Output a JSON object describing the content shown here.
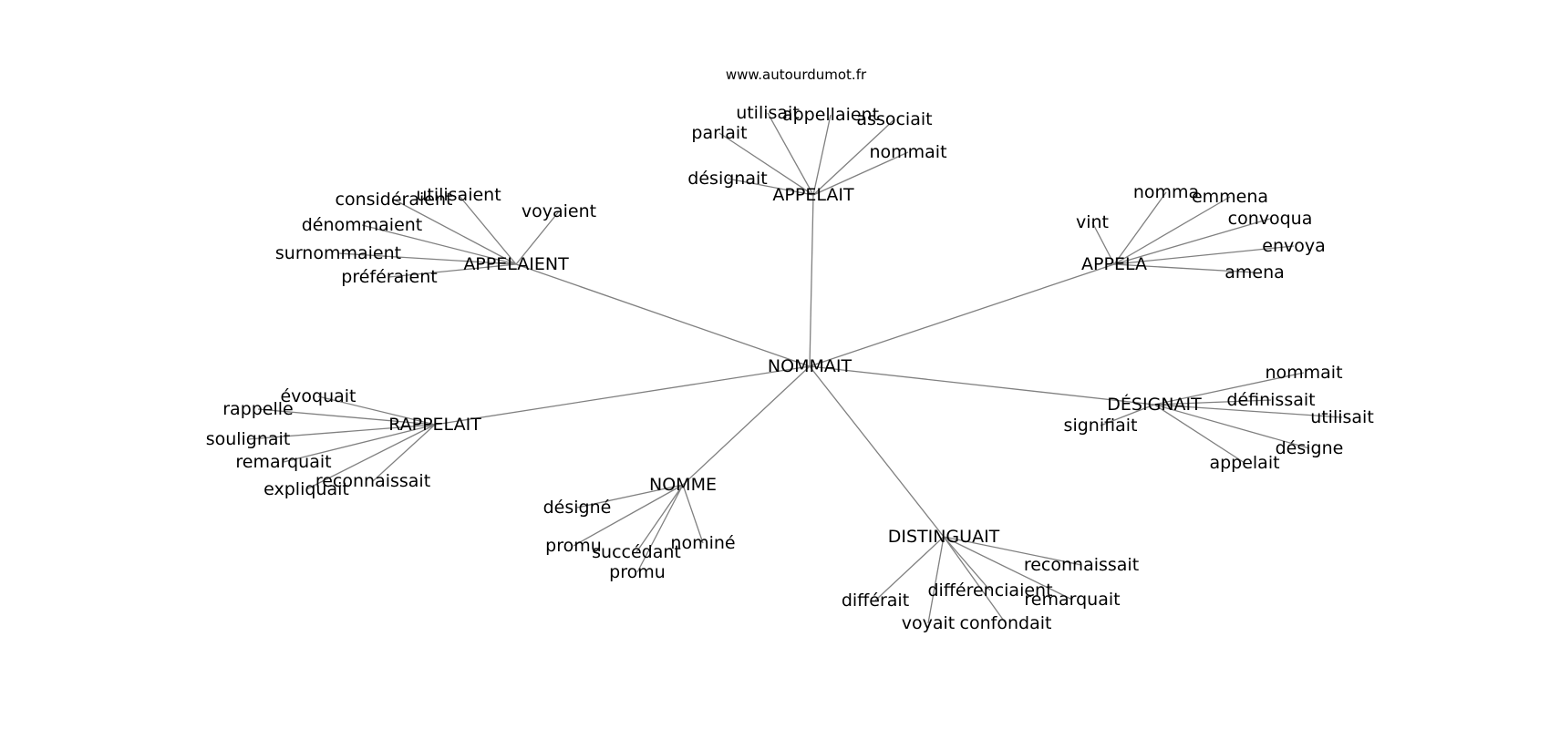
{
  "credit": "www.autourdumot.fr",
  "center": "NOMMAIT",
  "clusters": [
    {
      "hub": "APPELAIT",
      "words": [
        "utilisait",
        "appellaient",
        "associait",
        "parlait",
        "nommait",
        "désignait"
      ]
    },
    {
      "hub": "APPELAIENT",
      "words": [
        "considéraient",
        "utilisaient",
        "voyaient",
        "dénommaient",
        "surnommaient",
        "préféraient"
      ]
    },
    {
      "hub": "APPELA",
      "words": [
        "nomma",
        "emmena",
        "vint",
        "convoqua",
        "envoya",
        "amena"
      ]
    },
    {
      "hub": "DÉSIGNAIT",
      "words": [
        "nommait",
        "définissait",
        "utilisait",
        "signifiait",
        "désigne",
        "appelait"
      ]
    },
    {
      "hub": "RAPPELAIT",
      "words": [
        "évoquait",
        "rappelle",
        "soulignait",
        "remarquait",
        "reconnaissait",
        "expliquait"
      ]
    },
    {
      "hub": "NOMME",
      "words": [
        "désigné",
        "promu",
        "succédant",
        "nominé",
        "promu"
      ]
    },
    {
      "hub": "DISTINGUAIT",
      "words": [
        "reconnaissait",
        "différenciaient",
        "remarquait",
        "différait",
        "voyait",
        "confondait"
      ]
    }
  ]
}
